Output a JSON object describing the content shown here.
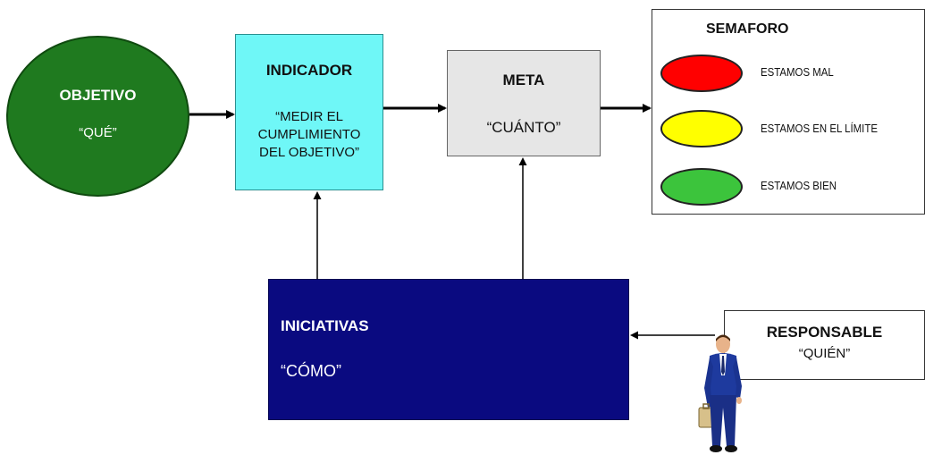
{
  "objetivo": {
    "title": "OBJETIVO",
    "subtitle": "“QUÉ”",
    "color": "#1f7a1f"
  },
  "indicador": {
    "title": "INDICADOR",
    "subtitle": "“MEDIR EL CUMPLIMIENTO DEL OBJETIVO”",
    "color": "#6ff7f7"
  },
  "meta": {
    "title": "META",
    "subtitle": "“CUÁNTO”",
    "color": "#e6e6e6"
  },
  "semaforo": {
    "title": "SEMAFORO",
    "lights": [
      {
        "label": "ESTAMOS MAL",
        "color": "#ff0000"
      },
      {
        "label": "ESTAMOS EN EL LÍMITE",
        "color": "#ffff00"
      },
      {
        "label": "ESTAMOS BIEN",
        "color": "#3cc43c"
      }
    ]
  },
  "iniciativas": {
    "title": "INICIATIVAS",
    "subtitle": "“CÓMO”",
    "color": "#0a0a80"
  },
  "responsable": {
    "title": "RESPONSABLE",
    "subtitle": "“QUIÉN”",
    "icon": "businessman-icon"
  }
}
